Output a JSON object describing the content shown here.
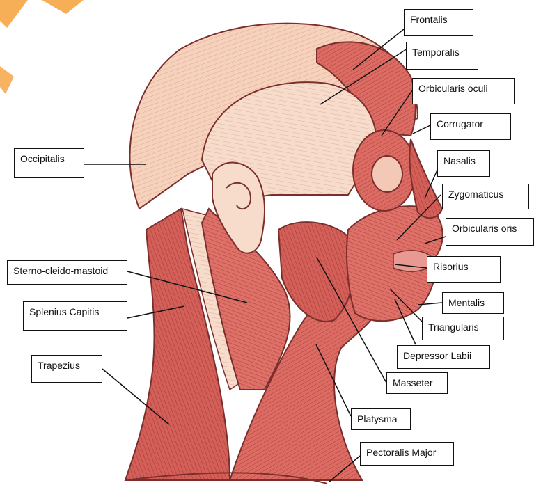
{
  "labels": {
    "frontalis": "Frontalis",
    "temporalis": "Temporalis",
    "orbicularis_oculi": "Orbicularis oculi",
    "corrugator": "Corrugator",
    "nasalis": "Nasalis",
    "zygomaticus": "Zygomaticus",
    "orbicularis_oris": "Orbicularis oris",
    "risorius": "Risorius",
    "mentalis": "Mentalis",
    "triangularis": "Triangularis",
    "depressor_labii": "Depressor Labii",
    "masseter": "Masseter",
    "platysma": "Platysma",
    "pectoralis_major": "Pectoralis Major",
    "occipitalis": "Occipitalis",
    "sterno_cleido_mastoid": "Sterno-cleido-mastoid",
    "splenius_capitis": "Splenius Capitis",
    "trapezius": "Trapezius"
  },
  "colors": {
    "muscle_red": "#d9665f",
    "muscle_dark": "#b94a45",
    "aponeurosis": "#f5cfb6",
    "skin": "#f8dccb",
    "outline": "#7a2f2c",
    "logo_orange": "#f5a03a"
  }
}
